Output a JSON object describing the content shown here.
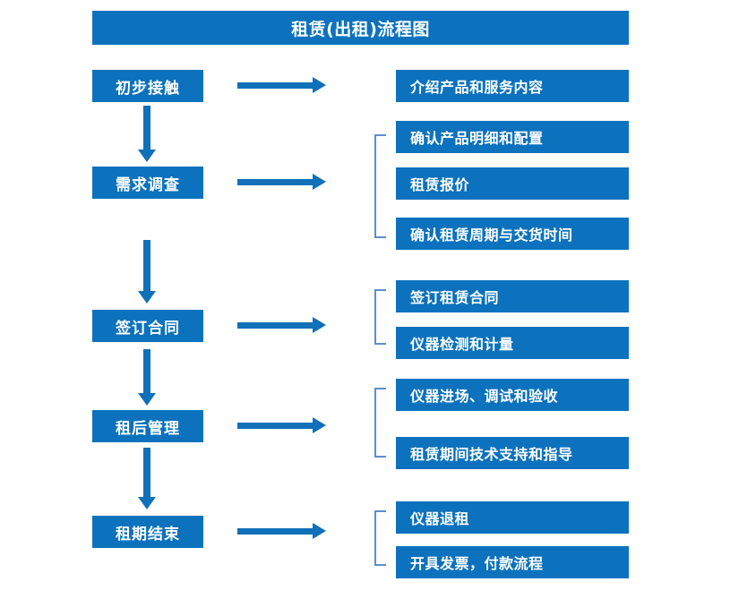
{
  "diagram": {
    "title": "租赁(出租)流程图",
    "accent_color": "#0c72bd",
    "arrow_color": "#1070b8",
    "bracket_color": "#5b8fc9",
    "stages": [
      {
        "label": "初步接触"
      },
      {
        "label": "需求调查"
      },
      {
        "label": "签订合同"
      },
      {
        "label": "租后管理"
      },
      {
        "label": "租期结束"
      }
    ],
    "detail_groups": [
      {
        "stage": "初步接触",
        "has_bracket": false,
        "items": [
          {
            "label": "介绍产品和服务内容"
          }
        ]
      },
      {
        "stage": "需求调查",
        "has_bracket": true,
        "items": [
          {
            "label": "确认产品明细和配置"
          },
          {
            "label": "租赁报价"
          },
          {
            "label": "确认租赁周期与交货时间"
          }
        ]
      },
      {
        "stage": "签订合同",
        "has_bracket": true,
        "items": [
          {
            "label": "签订租赁合同"
          },
          {
            "label": "仪器检测和计量"
          }
        ]
      },
      {
        "stage": "租后管理",
        "has_bracket": true,
        "items": [
          {
            "label": "仪器进场、调试和验收"
          },
          {
            "label": "租赁期间技术支持和指导"
          }
        ]
      },
      {
        "stage": "租期结束",
        "has_bracket": true,
        "items": [
          {
            "label": "仪器退租"
          },
          {
            "label": "开具发票，付款流程"
          }
        ]
      }
    ]
  }
}
